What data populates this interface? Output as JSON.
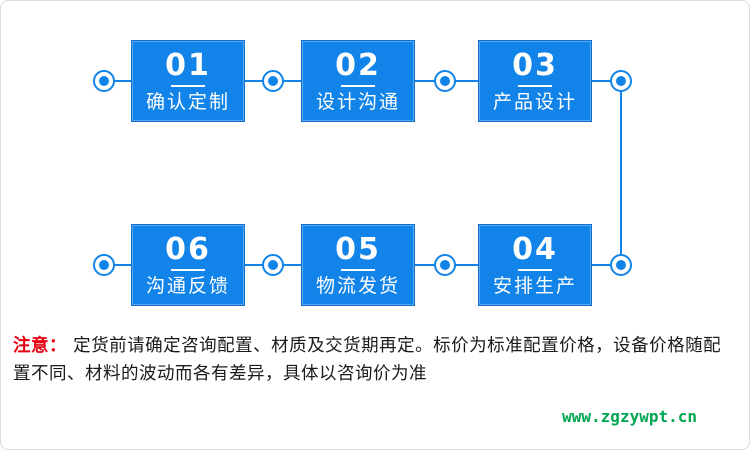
{
  "flow": {
    "steps": [
      {
        "number": "01",
        "label": "确认定制"
      },
      {
        "number": "02",
        "label": "设计沟通"
      },
      {
        "number": "03",
        "label": "产品设计"
      },
      {
        "number": "04",
        "label": "安排生产"
      },
      {
        "number": "05",
        "label": "物流发货"
      },
      {
        "number": "06",
        "label": "沟通反馈"
      }
    ],
    "row1_order": [
      "01",
      "02",
      "03"
    ],
    "row2_order": [
      "06",
      "05",
      "04"
    ]
  },
  "note": {
    "prefix": "注意：",
    "text": "定货前请确定咨询配置、材质及交货期再定。标价为标准配置价格，设备价格随配置不同、材料的波动而各有差异，具体以咨询价为准"
  },
  "footer": {
    "website": "www.zgzywpt.cn"
  },
  "colors": {
    "box_blue": "#1283e8",
    "accent_red": "#e60012",
    "link_green": "#00a651"
  }
}
